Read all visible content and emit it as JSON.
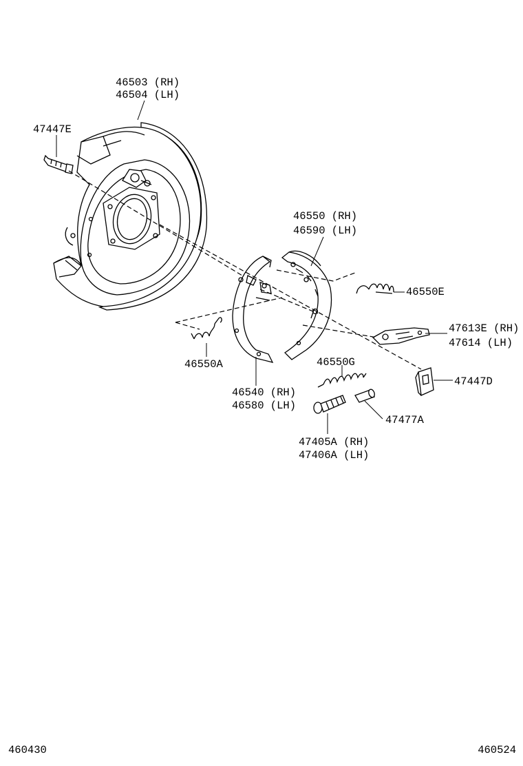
{
  "callouts": {
    "backing_plate_rh": "46503 (RH)",
    "backing_plate_lh": "46504 (LH)",
    "bolt": "47447E",
    "shoe_upper_rh": "46550 (RH)",
    "shoe_upper_lh": "46590 (LH)",
    "spring_e": "46550E",
    "lever_rh": "47613E (RH)",
    "lever_lh": "47614   (LH)",
    "spring_a": "46550A",
    "spring_g": "46550G",
    "clip_d": "47447D",
    "shoe_lower_rh": "46540 (RH)",
    "shoe_lower_lh": "46580 (LH)",
    "sleeve_a": "47477A",
    "adjuster_rh": "47405A (RH)",
    "adjuster_lh": "47406A (LH)"
  },
  "footer": {
    "left_code": "460430",
    "right_code": "460524"
  }
}
